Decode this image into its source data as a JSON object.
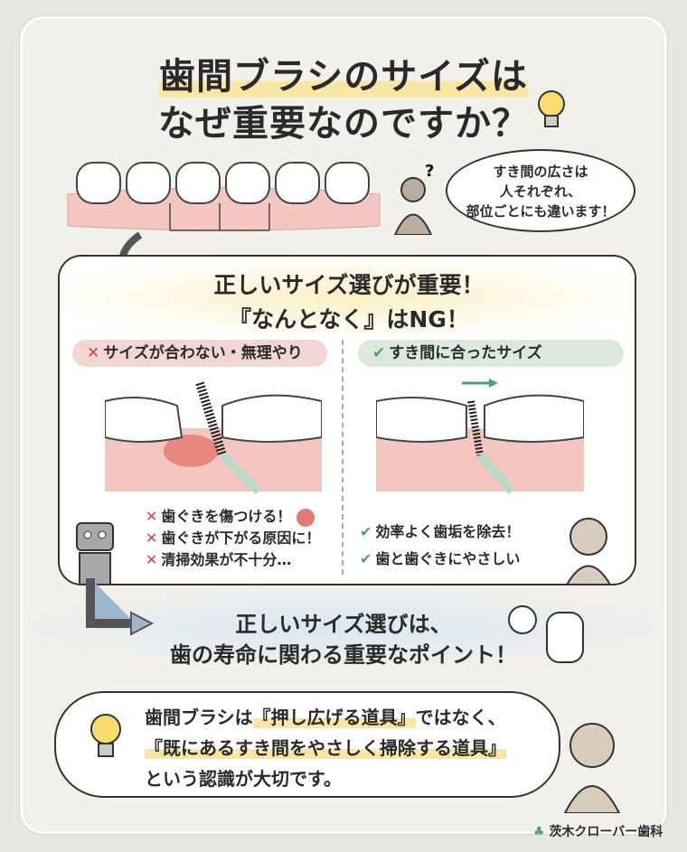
{
  "title": {
    "line1": "歯間ブラシのサイズは",
    "line2": "なぜ重要なのですか？"
  },
  "intro_bubble": {
    "line1": "すき間の広さは",
    "line2": "人それぞれ、",
    "line3": "部位ごとにも違います！"
  },
  "main": {
    "heading1": "正しいサイズ選びが重要！",
    "heading2": "『なんとなく』はNG！",
    "bad": {
      "label": "サイズが合わない・無理やり",
      "items": [
        "歯ぐきを傷つける！",
        "歯ぐきが下がる原因に！",
        "清掃効果が不十分…"
      ]
    },
    "good": {
      "label": "すき間に合ったサイズ",
      "items": [
        "効率よく歯垢を除去！",
        "歯と歯ぐきにやさしい"
      ]
    }
  },
  "conclusion": {
    "line1": "正しいサイズ選びは、",
    "line2": "歯の寿命に関わる重要なポイント！"
  },
  "bottom_bubble": {
    "line1_pre": "歯間ブラシは",
    "line1_hl": "『押し広げる道具』",
    "line1_post": "ではなく、",
    "line2": "『既にあるすき間をやさしく掃除する道具』",
    "line3": "という認識が大切です。"
  },
  "logo": {
    "text": "茨木クローバー歯科"
  },
  "colors": {
    "bad": "#d9423a",
    "good": "#4ca36a",
    "highlight": "#f7e6a6",
    "gum": "#f3c7c0"
  }
}
